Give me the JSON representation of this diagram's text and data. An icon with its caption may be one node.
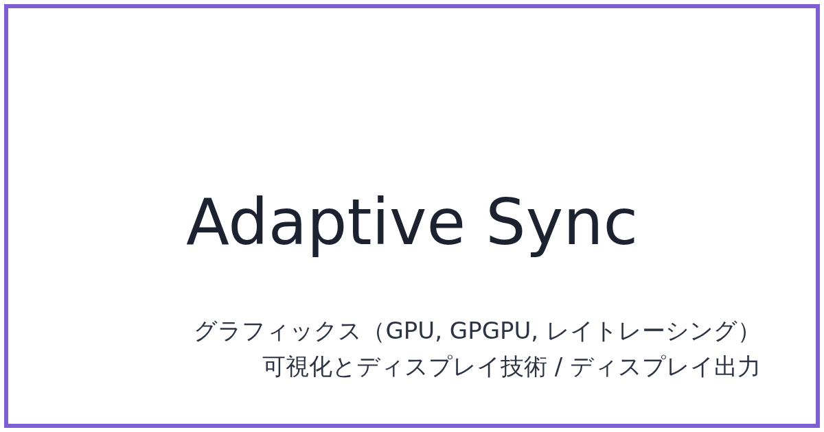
{
  "diagram": {
    "title": "Adaptive Sync",
    "labels": [
      "グラフィックス（GPU, GPGPU, レイトレーシング）",
      "可視化とディスプレイ技術 / ディスプレイ出力"
    ]
  }
}
